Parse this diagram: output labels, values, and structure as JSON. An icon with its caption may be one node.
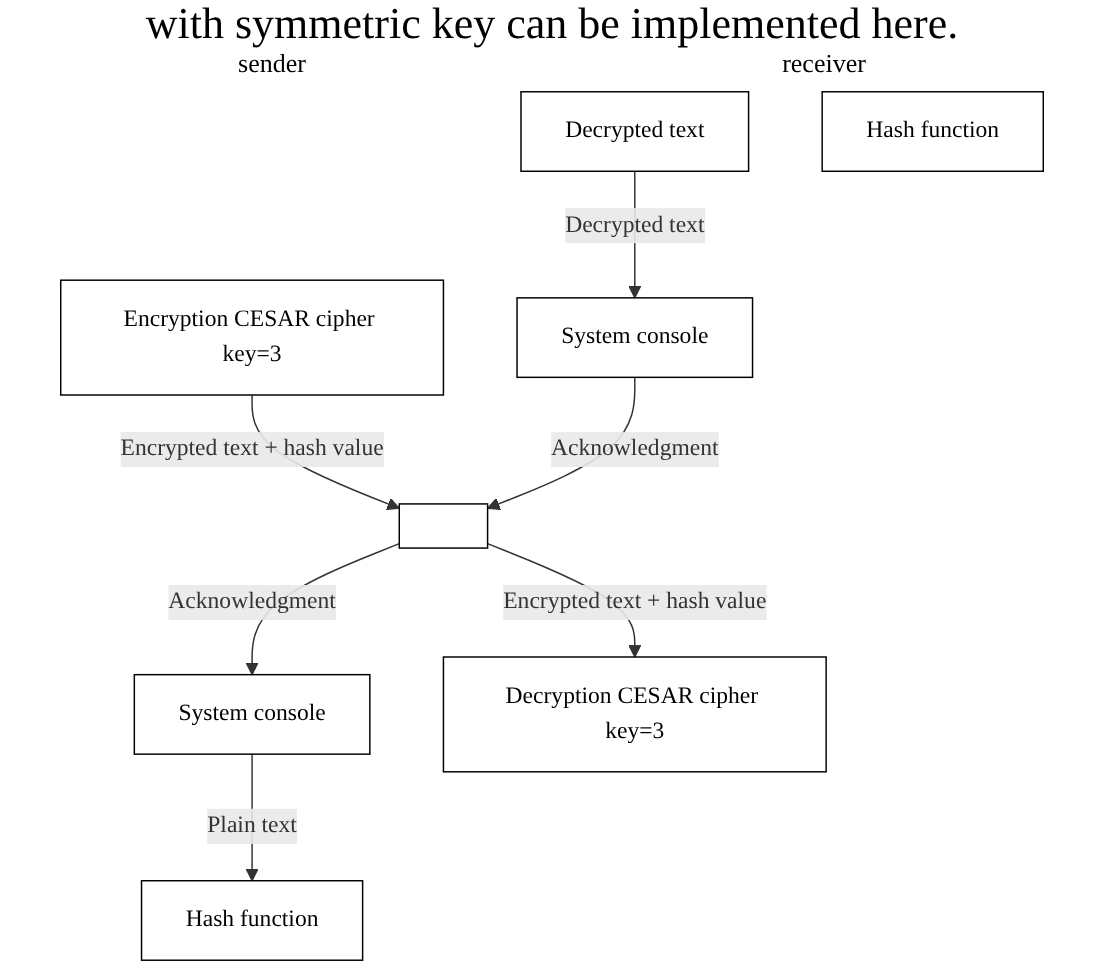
{
  "diagram": {
    "nodes": [
      {
        "text": [
          "System console"
        ]
      },
      {
        "text": [
          "Hash function"
        ]
      },
      {
        "text": [
          "Encryption CESAR cipher key=3"
        ]
      },
      {
        "text": [
          "System console"
        ]
      },
      {
        "text": [
          "Decrypted text"
        ]
      },
      {
        "text": [
          "Hash function"
        ]
      },
      {
        "text": [
          "Decryption CESAR cipher key=3"
        ]
      },
      {
        "text": [],
        "shape": "box"
      }
    ],
    "edges": [
      {
        "from": 0,
        "to": 1,
        "arrow": "to",
        "label": "Plain text"
      },
      {
        "from": 2,
        "to": 7,
        "arrow": "to",
        "label": "Encrypted text + hash value"
      },
      {
        "from": 7,
        "to": 0,
        "arrow": "to",
        "label": "Acknowledgment"
      },
      {
        "from": 3,
        "to": 7,
        "arrow": "to",
        "label": "Acknowledgment"
      },
      {
        "from": 7,
        "to": 6,
        "arrow": "to",
        "label": "Encrypted text + hash value"
      },
      {
        "from": 4,
        "to": 3,
        "arrow": "to",
        "label": "Decrypted text"
      }
    ],
    "labels": [
      "with symmetric key can be implemented here.",
      "sender",
      "receiver"
    ]
  }
}
